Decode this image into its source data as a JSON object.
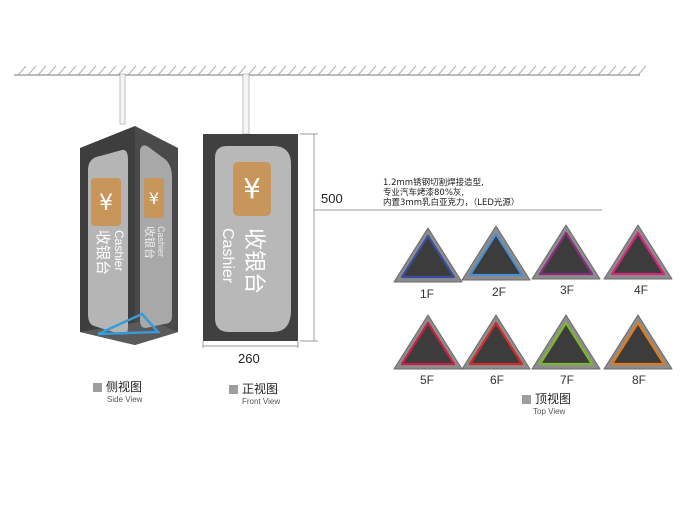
{
  "front_sign": {
    "symbol": "¥",
    "title_cn": "收银台",
    "title_en": "Cashier"
  },
  "dimensions": {
    "height": "500",
    "width": "260"
  },
  "spec_note": [
    "1.2mm锈钢切割焊接造型,",
    "专业汽车烤漆80%灰,",
    "内置3mm乳白亚克力，（LED光源）"
  ],
  "views": {
    "side": {
      "cn": "侧视图",
      "en": "Side View"
    },
    "front": {
      "cn": "正视图",
      "en": "Front View"
    },
    "top": {
      "cn": "顶视图",
      "en": "Top View"
    }
  },
  "floors": [
    {
      "label": "1F",
      "color": "#3a4fa0"
    },
    {
      "label": "2F",
      "color": "#4a8fd0"
    },
    {
      "label": "3F",
      "color": "#8a2d7f"
    },
    {
      "label": "4F",
      "color": "#d4267a"
    },
    {
      "label": "5F",
      "color": "#c4204a"
    },
    {
      "label": "6F",
      "color": "#d22a2a"
    },
    {
      "label": "7F",
      "color": "#7cb82c"
    },
    {
      "label": "8F",
      "color": "#e07a1a"
    }
  ],
  "colors": {
    "sign_body": "#404040",
    "sign_panel": "#b8b8b8",
    "badge": "#c8955a",
    "side_led": "#3a9ad8"
  }
}
